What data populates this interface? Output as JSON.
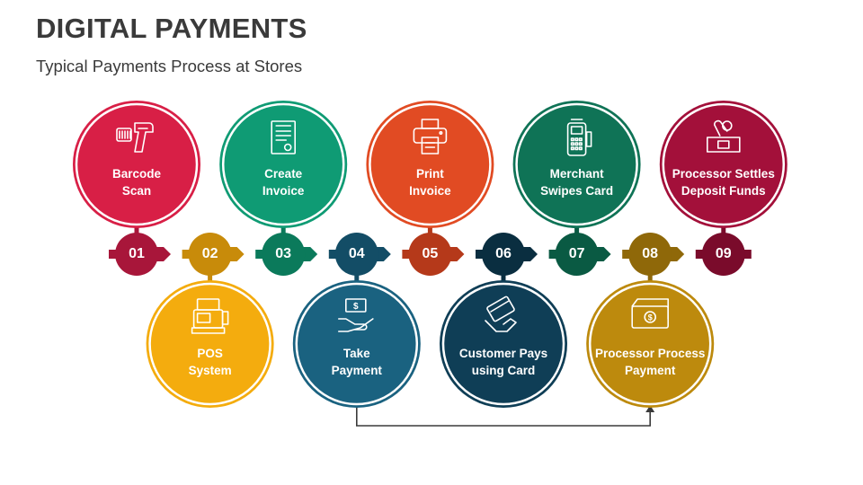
{
  "header": {
    "title": "DIGITAL PAYMENTS",
    "subtitle": "Typical Payments Process at Stores"
  },
  "steps": [
    {
      "number": "01",
      "lines": [
        "Barcode",
        "Scan"
      ],
      "icon": "barcode-scanner-icon",
      "color": "#d81f46",
      "dark": "#a8163a",
      "position": "top"
    },
    {
      "number": "02",
      "lines": [
        "POS",
        "System"
      ],
      "icon": "pos-terminal-icon",
      "color": "#f4ac0e",
      "dark": "#c88b0a",
      "position": "bottom"
    },
    {
      "number": "03",
      "lines": [
        "Create",
        "Invoice"
      ],
      "icon": "invoice-document-icon",
      "color": "#0f9b74",
      "dark": "#0b7a5b",
      "position": "top"
    },
    {
      "number": "04",
      "lines": [
        "Take",
        "Payment"
      ],
      "icon": "hand-money-icon",
      "color": "#1a6280",
      "dark": "#134d66",
      "position": "bottom"
    },
    {
      "number": "05",
      "lines": [
        "Print",
        "Invoice"
      ],
      "icon": "printer-icon",
      "color": "#e14b23",
      "dark": "#b5391a",
      "position": "top"
    },
    {
      "number": "06",
      "lines": [
        "Customer Pays",
        "using Card"
      ],
      "icon": "hand-card-icon",
      "color": "#0f3e56",
      "dark": "#0a2e40",
      "position": "bottom"
    },
    {
      "number": "07",
      "lines": [
        "Merchant",
        "Swipes Card"
      ],
      "icon": "card-machine-icon",
      "color": "#0f7356",
      "dark": "#0a5a43",
      "position": "top"
    },
    {
      "number": "08",
      "lines": [
        "Processor Process",
        "Payment"
      ],
      "icon": "cash-bill-icon",
      "color": "#bd8a0d",
      "dark": "#8f6809",
      "position": "bottom"
    },
    {
      "number": "09",
      "lines": [
        "Processor Settles",
        "Deposit Funds"
      ],
      "icon": "deposit-hand-icon",
      "color": "#a3103a",
      "dark": "#7a0b2b",
      "position": "top"
    }
  ],
  "connector": {
    "from": "04",
    "to": "08",
    "color": "#3a3a3a"
  }
}
